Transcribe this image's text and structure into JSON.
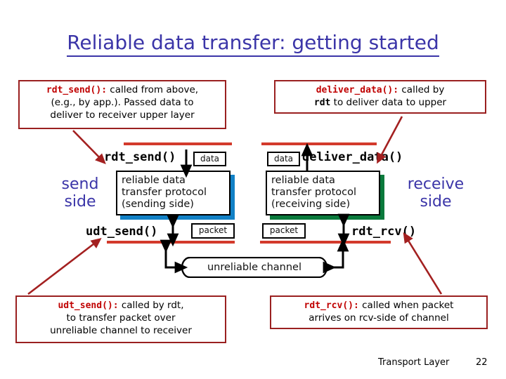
{
  "slide": {
    "title": "Reliable data transfer: getting started",
    "title_color": "#3b35a8",
    "accent_red": "#9a2020",
    "rule_red": "#d33a2c",
    "send_shadow": "#1281c6",
    "recv_shadow": "#0a7a3c"
  },
  "callouts": {
    "rdt_send": {
      "code": "rdt_send():",
      "line1_rest": " called from above,",
      "line2": "(e.g., by app.). Passed data to",
      "line3": "deliver to receiver upper layer"
    },
    "deliver_data": {
      "code": "deliver_data():",
      "line1_rest": " called by",
      "line2_code": "rdt",
      "line2_rest": " to deliver data to upper"
    },
    "udt_send": {
      "code": "udt_send():",
      "line1_rest": " called by rdt,",
      "line2": "to transfer packet over",
      "line3": "unreliable channel to receiver"
    },
    "rdt_rcv": {
      "code": "rdt_rcv():",
      "line1_rest": " called when packet",
      "line2": "arrives on rcv-side of channel"
    }
  },
  "diagram": {
    "api_labels": {
      "rdt_send": "rdt_send()",
      "deliver_data": "deliver_data()",
      "udt_send": "udt_send()",
      "rdt_rcv": "rdt_rcv()"
    },
    "mini_boxes": {
      "data_send": "data",
      "data_recv": "data",
      "packet_send": "packet",
      "packet_recv": "packet"
    },
    "protocol_send": {
      "line1": "reliable data",
      "line2": "transfer protocol",
      "line3": "(sending side)"
    },
    "protocol_recv": {
      "line1": "reliable data",
      "line2": "transfer protocol",
      "line3": "(receiving side)"
    },
    "side_labels": {
      "send": "send\nside",
      "send_line1": "send",
      "send_line2": "side",
      "receive_line1": "receive",
      "receive_line2": "side"
    },
    "channel_label": "unreliable channel"
  },
  "footer": {
    "label": "Transport Layer",
    "page": "22"
  }
}
